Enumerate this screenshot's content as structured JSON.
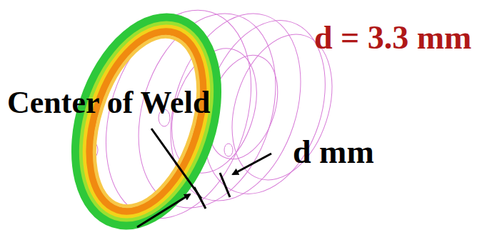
{
  "diagram": {
    "labels": [
      "d = 3.3 mm",
      "Center of Weld",
      "d mm"
    ]
  }
}
